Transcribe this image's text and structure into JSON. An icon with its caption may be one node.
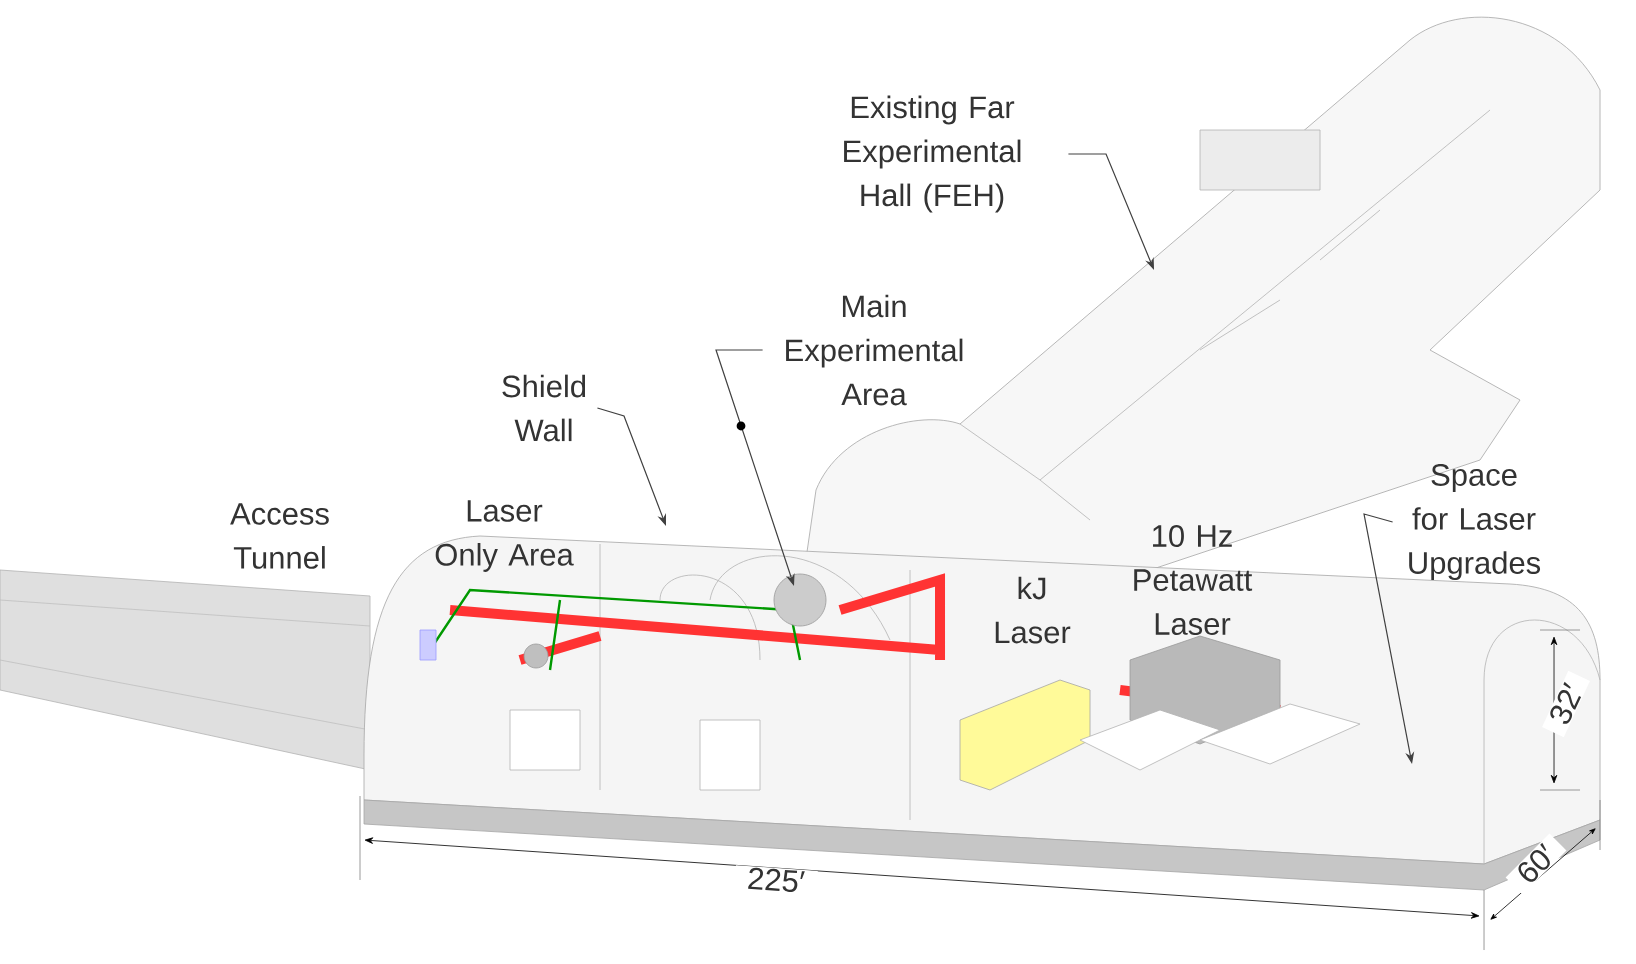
{
  "diagram": {
    "nodes": [
      {
        "text": [
          "Existing Far Experimental Hall (FEH)"
        ]
      },
      {
        "text": [
          "Main Experimental Area"
        ]
      },
      {
        "text": [
          "Shield Wall"
        ]
      },
      {
        "text": [
          "Space for Laser Upgrades"
        ]
      }
    ],
    "edges": [
      {
        "from": 0,
        "to": null,
        "arrow": "to"
      },
      {
        "from": 1,
        "to": null,
        "arrow": "to"
      },
      {
        "from": 2,
        "to": null,
        "arrow": "to"
      },
      {
        "from": 3,
        "to": null,
        "arrow": "to"
      }
    ],
    "labels": [
      "Access Tunnel",
      "Laser Only Area",
      "kJ Laser",
      "10 Hz Petawatt Laser",
      "225′",
      "32′",
      "60′"
    ]
  }
}
